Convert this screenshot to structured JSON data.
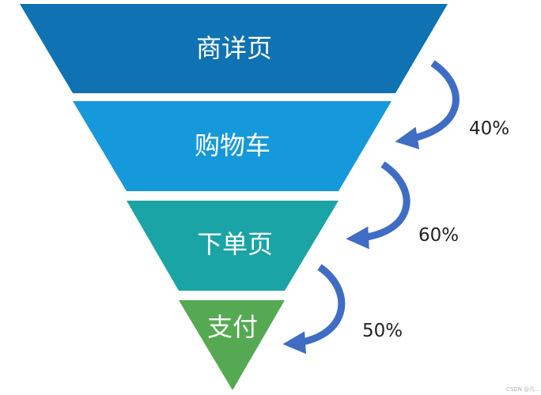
{
  "funnel": {
    "stages": [
      {
        "label": "商详页",
        "color": "#0F72B2"
      },
      {
        "label": "购物车",
        "color": "#1699DA"
      },
      {
        "label": "下单页",
        "color": "#1BA4A6"
      },
      {
        "label": "支付",
        "color": "#55A952"
      }
    ],
    "conversions": [
      {
        "rate": "40%"
      },
      {
        "rate": "60%"
      },
      {
        "rate": "50%"
      }
    ]
  },
  "arrow_color": "#3F6DC4",
  "watermark": "CSDN @凡..."
}
